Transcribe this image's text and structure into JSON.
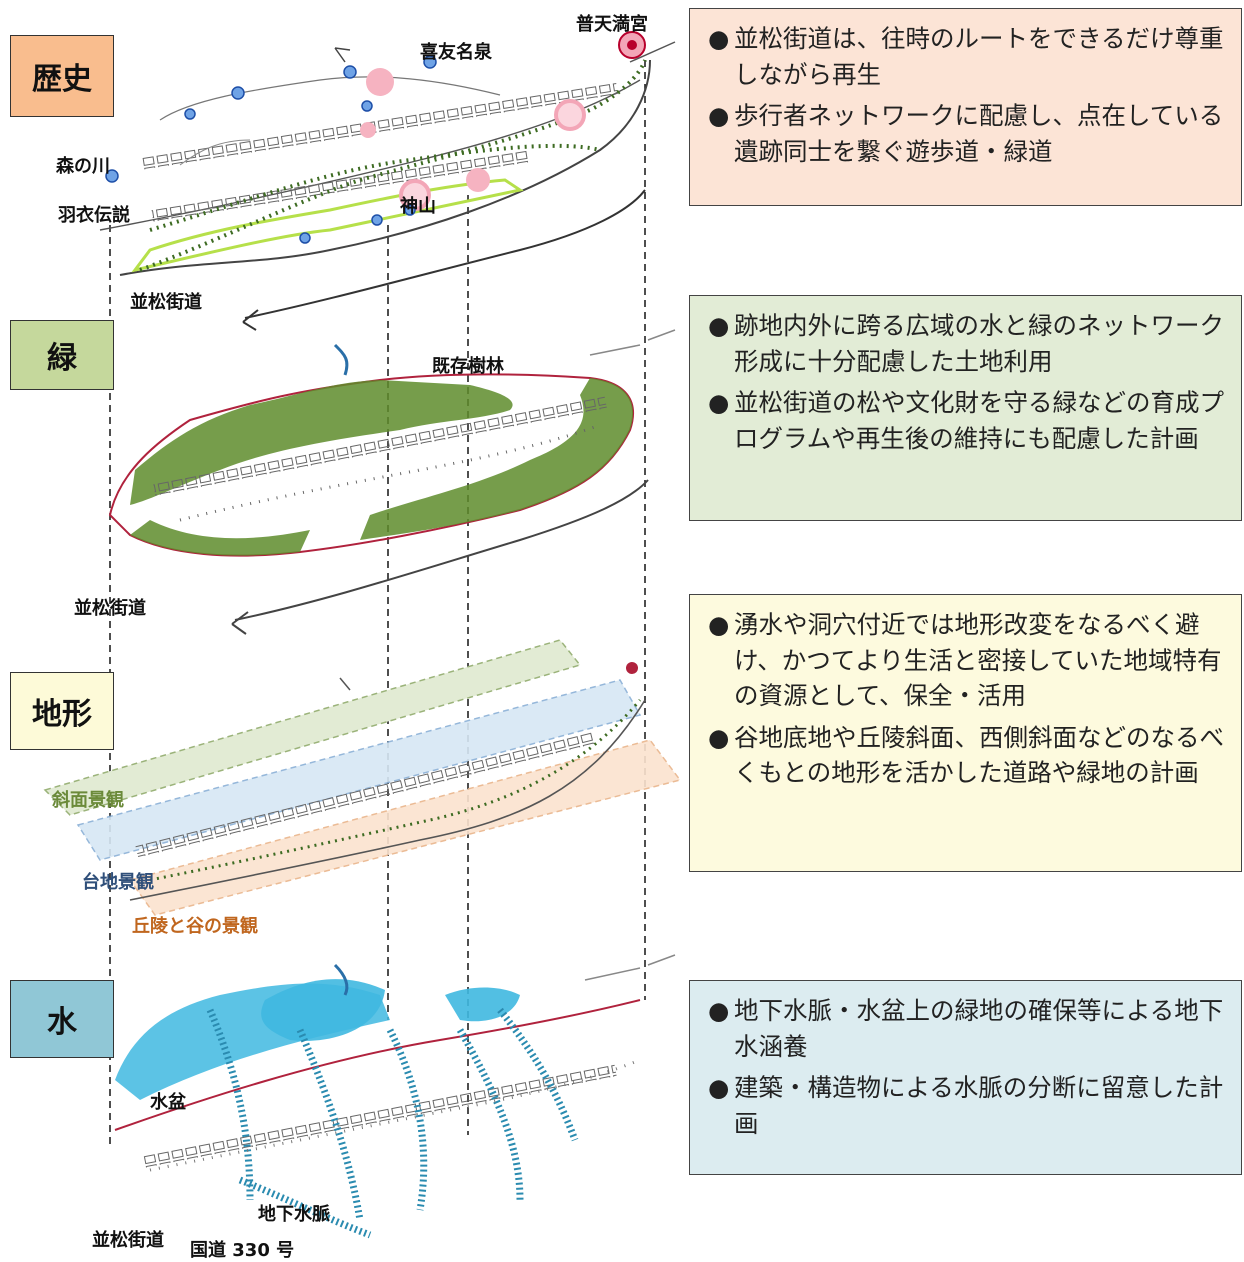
{
  "layers": [
    {
      "id": "history",
      "label": "歴史",
      "color": "#f9bd8e",
      "note_bg": "#fce4d6",
      "notes": [
        "並松街道は、往時のルートをできるだけ尊重しながら再生",
        "歩行者ネットワークに配慮し、点在している遺跡同士を繋ぐ遊歩道・緑道"
      ]
    },
    {
      "id": "green",
      "label": "緑",
      "color": "#c5d89c",
      "note_bg": "#e2ecd6",
      "notes": [
        "跡地内外に跨る広域の水と緑のネットワーク形成に十分配慮した土地利用",
        "並松街道の松や文化財を守る緑などの育成プログラムや再生後の維持にも配慮した計画"
      ]
    },
    {
      "id": "terrain",
      "label": "地形",
      "color": "#fdfad8",
      "note_bg": "#fdfade",
      "notes": [
        "湧水や洞穴付近では地形改変をなるべく避け、かつてより生活と密接していた地域特有の資源として、保全・活用",
        "谷地底地や丘陵斜面、西側斜面などのなるべくもとの地形を活かした道路や緑地の計画"
      ]
    },
    {
      "id": "water",
      "label": "水",
      "color": "#90c7d6",
      "note_bg": "#dcecf0",
      "notes": [
        "地下水脈・水盆上の緑地の確保等による地下水涵養",
        "建築・構造物による水脈の分断に留意した計画"
      ]
    }
  ],
  "bullet": "●",
  "map_labels": {
    "futenma": "普天満宮",
    "kiyuna": "喜友名泉",
    "morinokawa": "森の川",
    "hagoromo": "羽衣伝説",
    "jinzan": "神山",
    "namimatsu1": "並松街道",
    "kizon": "既存樹林",
    "namimatsu2": "並松街道",
    "shamen": "斜面景観",
    "daichi": "台地景観",
    "kyuryo": "丘陵と谷の景観",
    "suibon": "水盆",
    "chikasui": "地下水脈",
    "namimatsu3": "並松街道",
    "route330": "国道 330 号"
  },
  "map_label_colors": {
    "shamen": "#6b8a3a",
    "daichi": "#2f4f7a",
    "kyuryo": "#c0661e"
  }
}
